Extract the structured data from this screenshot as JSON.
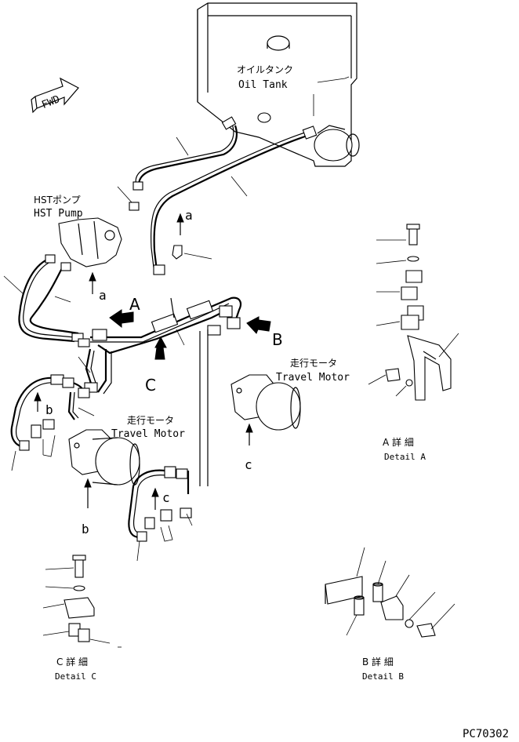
{
  "labels": {
    "oil_tank_jp": "オイルタンク",
    "oil_tank_en": "Oil Tank",
    "hst_pump_jp": "HSTポンプ",
    "hst_pump_en": "HST Pump",
    "travel_motor_jp": "走行モータ",
    "travel_motor_en": "Travel Motor",
    "fwd": "FWD",
    "detail_a_jp": "A 詳 細",
    "detail_a_en": "Detail A",
    "detail_b_jp": "B 詳 細",
    "detail_b_en": "Detail B",
    "detail_c_jp": "C 詳 細",
    "detail_c_en": "Detail C",
    "part_code": "PC70302"
  },
  "callouts": {
    "view_a": "A",
    "view_b": "B",
    "view_c": "C",
    "ref_a": "a",
    "ref_b": "b",
    "ref_c": "c"
  }
}
